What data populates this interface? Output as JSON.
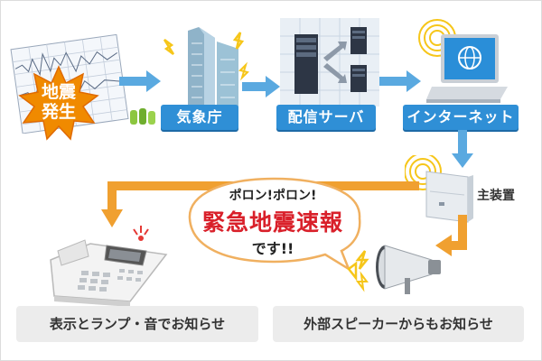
{
  "title": "",
  "nodes": {
    "earthquake": {
      "label": "地震発生",
      "line1": "地震",
      "line2": "発生"
    },
    "jma": {
      "label": "気象庁"
    },
    "server": {
      "label": "配信サーバ"
    },
    "internet": {
      "label": "インターネット"
    },
    "main_unit": {
      "label": "主装置"
    },
    "phone_output": {
      "label": "表示とランプ・音でお知らせ"
    },
    "speaker_output": {
      "label": "外部スピーカーからもお知らせ"
    }
  },
  "alert_bubble": {
    "line1": "ポロン!ポロン!",
    "line2": "緊急地震速報",
    "line3": "です!!"
  },
  "colors": {
    "label_blue": "#2f8fd6",
    "arrow_blue": "#5aa9e0",
    "arrow_orange": "#f0a030",
    "burst_orange": "#f08a00",
    "alert_red": "#d9202a",
    "output_box": "#ececec"
  },
  "flow": [
    "地震発生 → 気象庁",
    "気象庁 → 配信サーバ",
    "配信サーバ → インターネット",
    "インターネット → 主装置",
    "主装置 → 電話機",
    "主装置 → 外部スピーカー"
  ]
}
